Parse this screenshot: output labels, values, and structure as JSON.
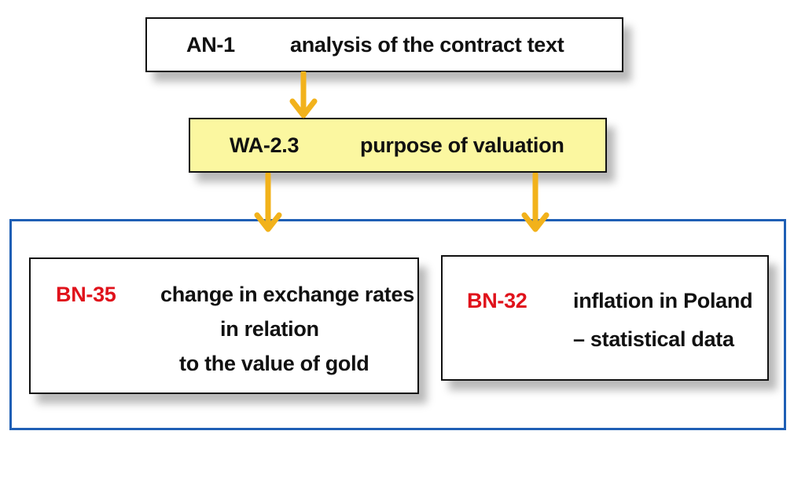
{
  "nodes": {
    "an1": {
      "code": "AN-1",
      "text": "analysis of the contract text"
    },
    "wa23": {
      "code": "WA-2.3",
      "text": "purpose of valuation"
    },
    "bn35": {
      "code": "BN-35",
      "lines": [
        "change in exchange rates",
        "in relation",
        "to the value of gold"
      ]
    },
    "bn32": {
      "code": "BN-32",
      "lines": [
        "inflation in Poland",
        "– statistical data"
      ]
    }
  },
  "colors": {
    "arrow": "#f2b21b",
    "highlight_box": "#fbf7a0",
    "group_border": "#1f5fb5",
    "code_red": "#e0121b"
  }
}
